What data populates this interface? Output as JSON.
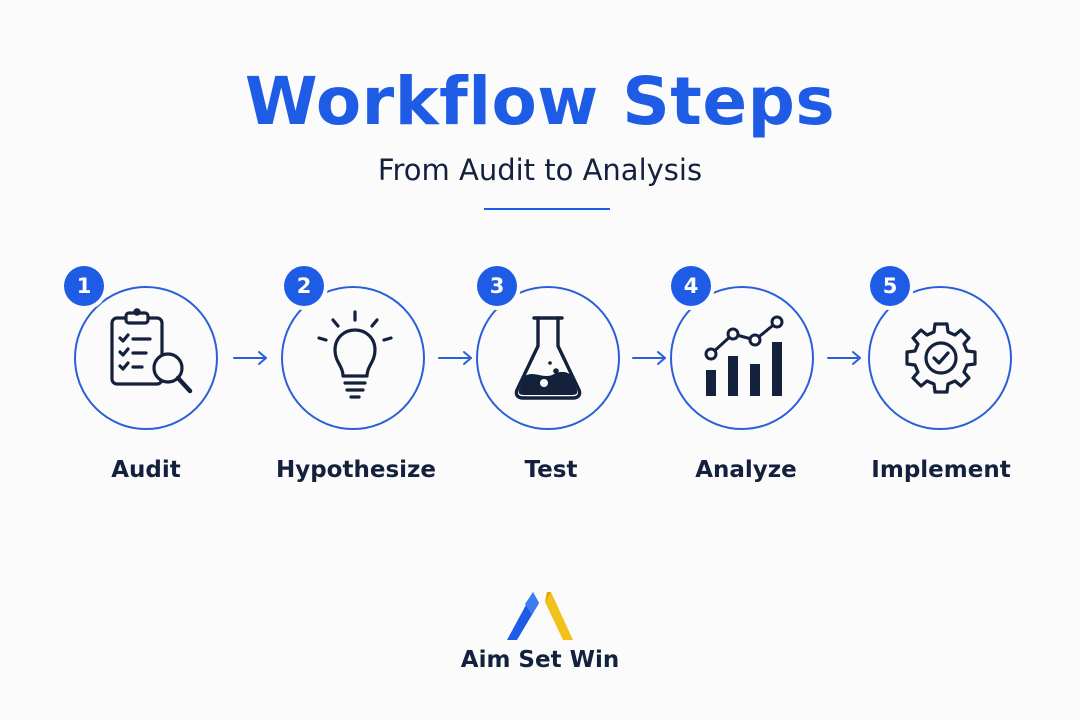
{
  "header": {
    "title": "Workflow Steps",
    "subtitle": "From Audit to Analysis"
  },
  "steps": [
    {
      "number": "1",
      "label": "Audit",
      "icon": "clipboard-search-icon"
    },
    {
      "number": "2",
      "label": "Hypothesize",
      "icon": "lightbulb-icon"
    },
    {
      "number": "3",
      "label": "Test",
      "icon": "flask-icon"
    },
    {
      "number": "4",
      "label": "Analyze",
      "icon": "bar-chart-trend-icon"
    },
    {
      "number": "5",
      "label": "Implement",
      "icon": "gear-check-icon"
    }
  ],
  "brand": {
    "name": "Aim Set Win",
    "logo_colors": {
      "blue": "#1f5ce6",
      "yellow": "#f2c21b"
    }
  },
  "colors": {
    "accent": "#1f5ce6",
    "text": "#14213d",
    "background": "#fbfbfb"
  }
}
